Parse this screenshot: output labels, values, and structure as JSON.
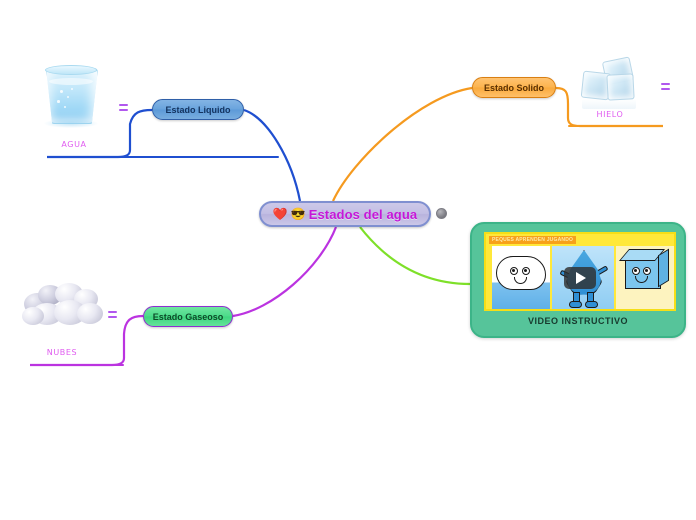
{
  "mindmap": {
    "central": {
      "label": "Estados del agua",
      "emoji_heart": "❤️",
      "emoji_cool": "😎",
      "color": "#c617d8",
      "collapse_toggle": "collapse-toggle"
    },
    "branches": [
      {
        "id": "liquido",
        "label": "Estado Liquido",
        "color": "#2f5fa8",
        "connector_color": "#1f4fd0",
        "leaf_caption": "AGUA",
        "leaf_icon": "glass-of-water-image",
        "menu_icon": "hamburger-icon"
      },
      {
        "id": "solido",
        "label": "Estado Solido",
        "color": "#f9aa3d",
        "connector_color": "#f59a1f",
        "leaf_caption": "HIELO",
        "leaf_icon": "ice-cubes-image",
        "menu_icon": "hamburger-icon"
      },
      {
        "id": "gaseoso",
        "label": "Estado Gaseoso",
        "color": "#3fd67f",
        "connector_color": "#bb33e0",
        "leaf_caption": "NUBES",
        "leaf_icon": "clouds-image",
        "menu_icon": "hamburger-icon"
      }
    ],
    "video": {
      "overlay_title": "PEQUES APRENDEN JUGANDO",
      "caption": "VIDEO INSTRUCTIVO",
      "play_button": "play-button",
      "connector_color": "#7ee029",
      "frame_color": "#56c49a",
      "screen_color": "#ffe83a"
    },
    "colors": {
      "background": "#ffffff",
      "central_fill": "#c2bee4",
      "central_border": "#7f8fd0",
      "caption_text": "#e05cf0"
    }
  }
}
